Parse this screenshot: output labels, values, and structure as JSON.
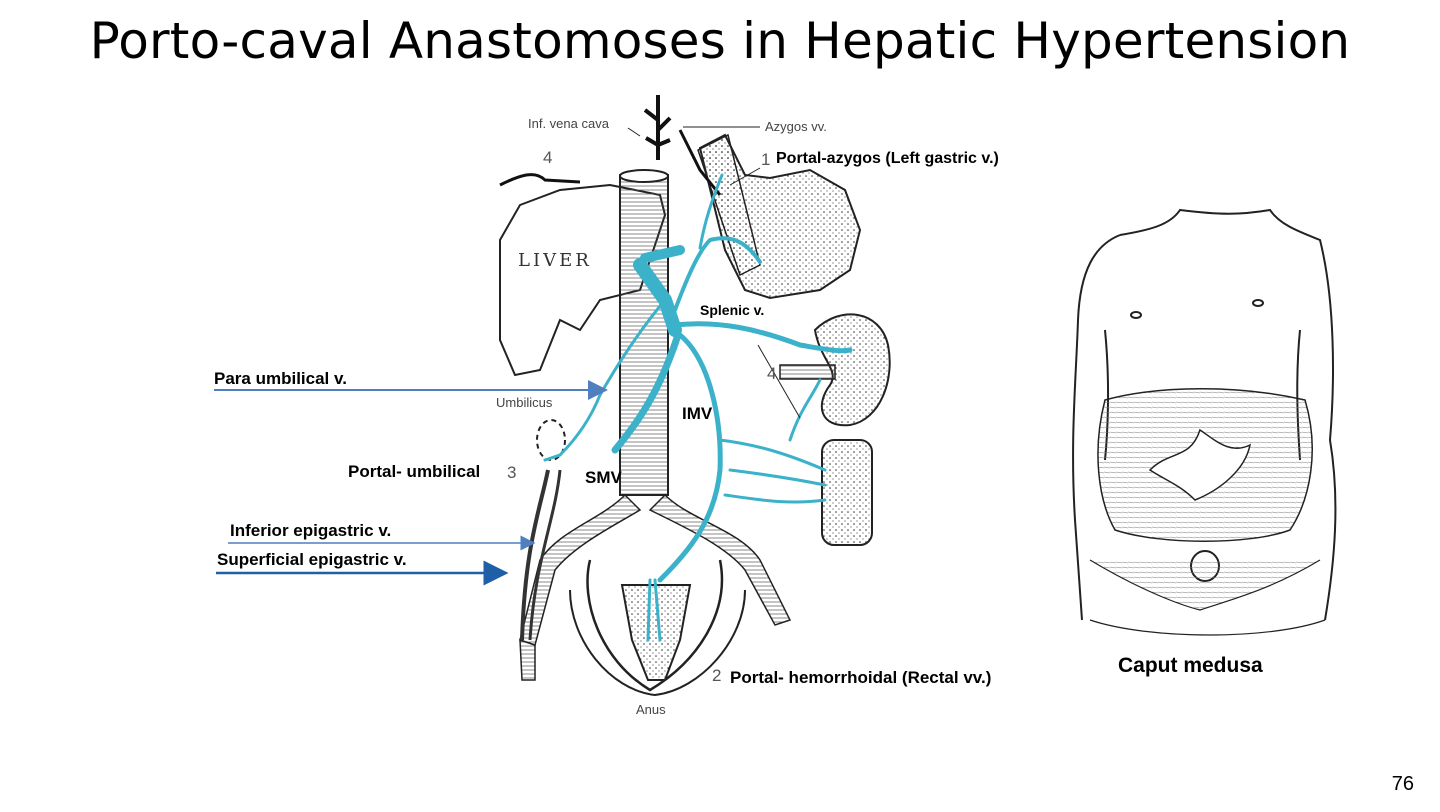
{
  "title": "Porto-caval Anastomoses in Hepatic Hypertension",
  "labels": {
    "para_umbilical": "Para umbilical v.",
    "portal_umbilical": "Portal- umbilical",
    "inferior_epigastric": "Inferior epigastric v.",
    "superficial_epigastric": "Superficial epigastric v.",
    "portal_azygos": "Portal-azygos (Left gastric v.)",
    "splenic": "Splenic v.",
    "imv": "IMV",
    "smv": "SMV",
    "portal_hemorrhoidal": "Portal- hemorrhoidal (Rectal vv.)"
  },
  "figure_text": {
    "inf_vena_cava": "Inf. vena cava",
    "azygos": "Azygos vv.",
    "liver": "LIVER",
    "umbilicus": "Umbilicus",
    "anus": "Anus",
    "num1": "1",
    "num2": "2",
    "num3": "3",
    "num4a": "4",
    "num4b": "4"
  },
  "caption": "Caput medusa",
  "page_number": "76",
  "colors": {
    "vein": "#3bb2c9",
    "arrow_blue": "#4f7fbf",
    "arrow_dark": "#1f5fa8"
  }
}
